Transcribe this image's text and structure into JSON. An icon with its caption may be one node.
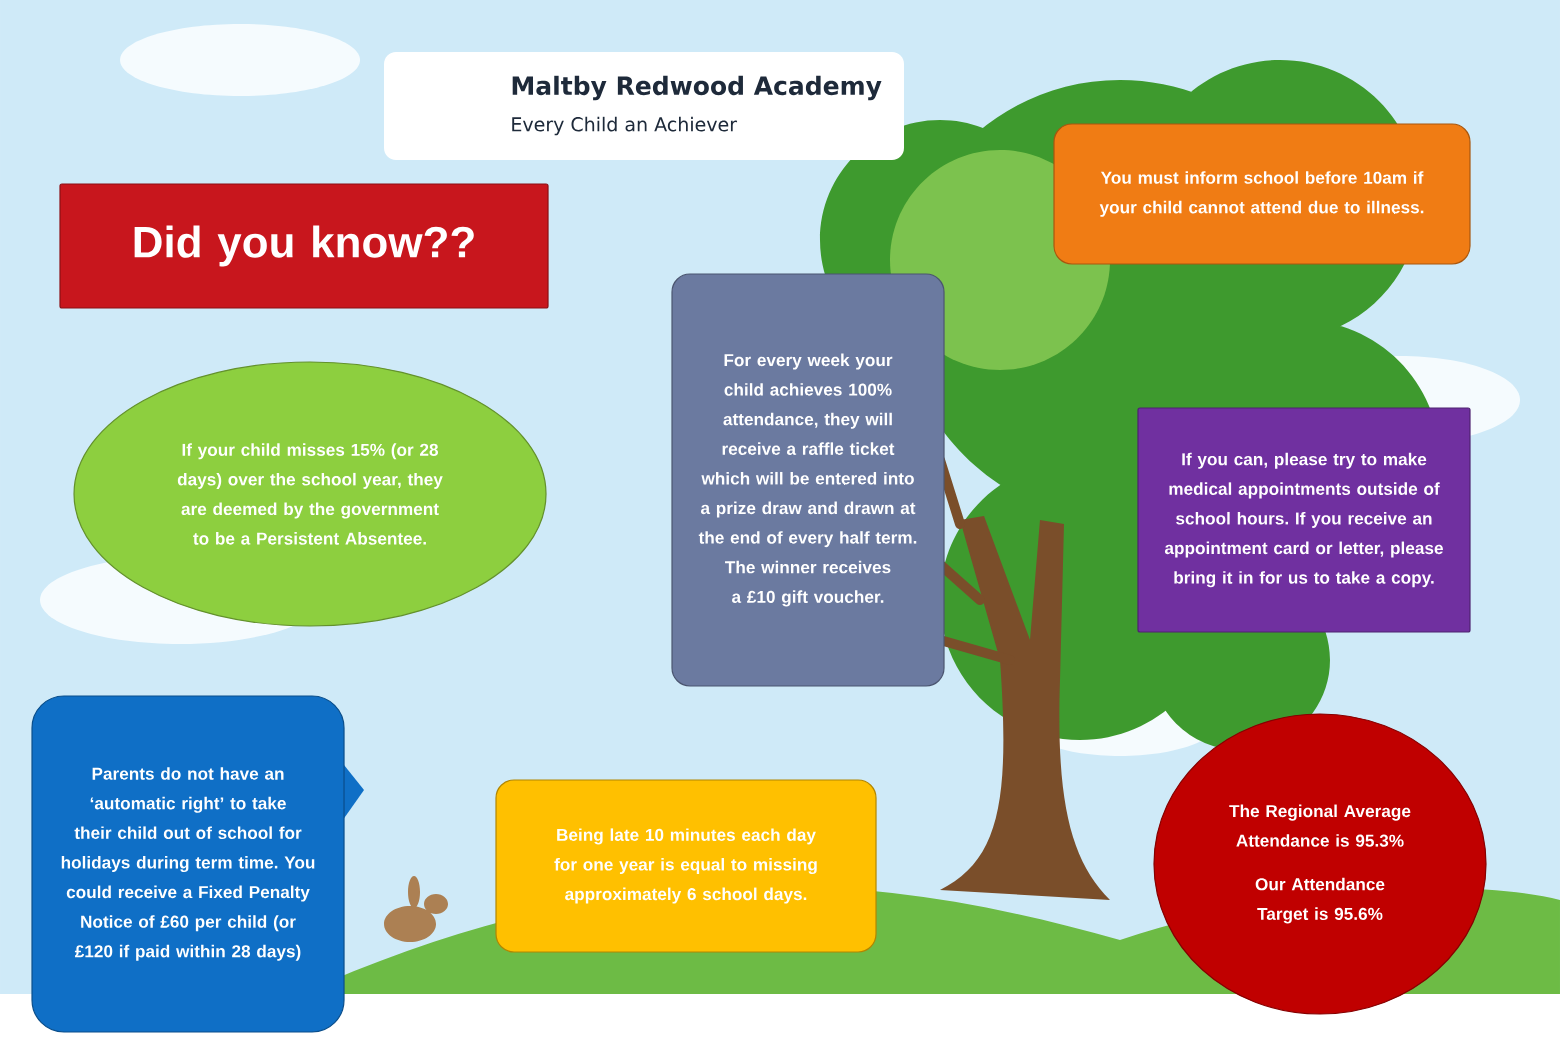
{
  "diagram": {
    "nodes": [
      {
        "text": [
          "Did you know??"
        ]
      },
      {
        "text": [
          "You must inform school before 10am if your child cannot attend due to illness."
        ]
      },
      {
        "text": [
          "If your child misses 15% (or 28 days) over the school year, they are deemed by the government to be a Persistent Absentee."
        ]
      },
      {
        "text": [
          "For every week your child achieves 100% attendance, they will receive a raffle ticket which will be entered into a prize draw and drawn at the end of every half term. The winner receives a £10 gift voucher."
        ]
      },
      {
        "text": [
          "If you can, please try to make medical appointments outside of school hours. If you receive an appointment card or letter, please bring it in for us to take a copy."
        ]
      },
      {
        "text": [
          "Parents do not have an ‘automatic right’ to take their child out of school for holidays during term time. You could receive a Fixed Penalty Notice of £60 per child (or £120 if paid within 28 days)"
        ]
      },
      {
        "text": [
          "Being late 10 minutes each day for one year is equal to missing approximately 6 school days."
        ]
      },
      {
        "text": [
          "The Regional Average Attendance is 95.3%",
          "Our Attendance Target is 95.6%"
        ]
      }
    ],
    "labels": [
      "Maltby Redwood Academy",
      "Every Child an Achiever"
    ]
  }
}
